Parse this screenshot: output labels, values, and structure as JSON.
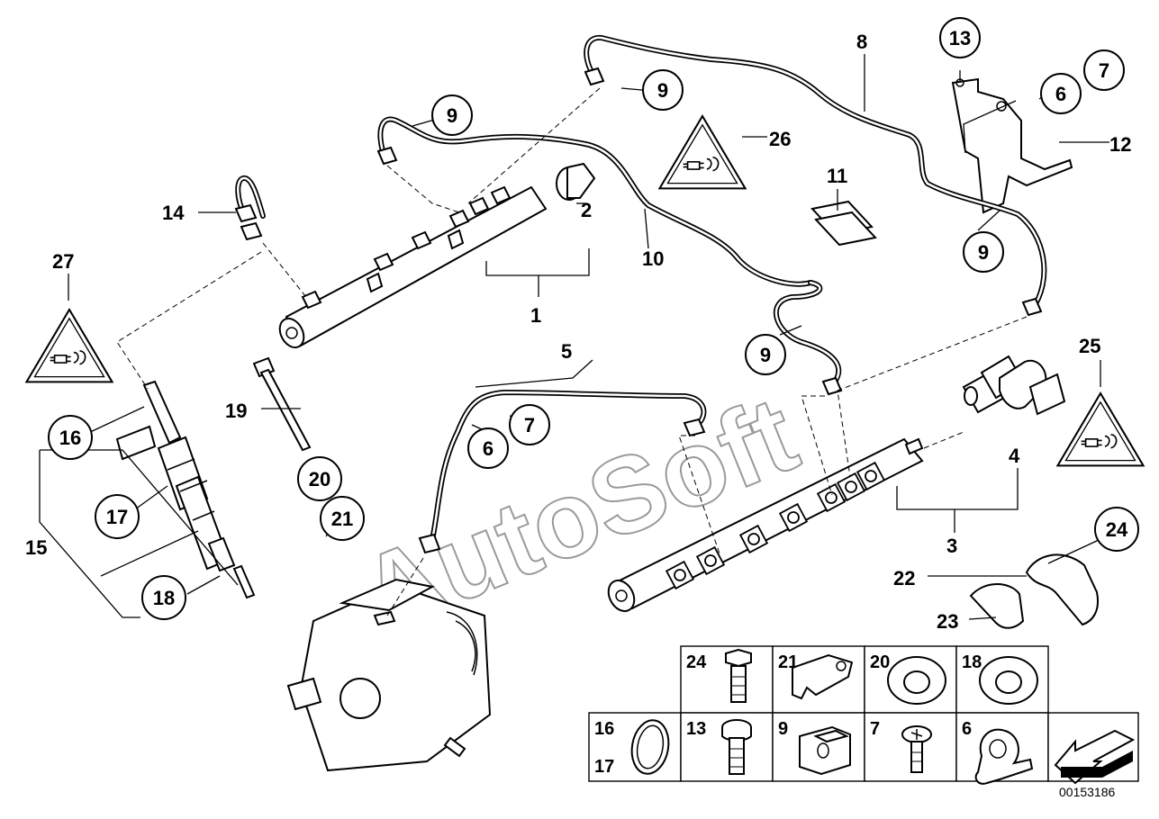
{
  "diagram": {
    "watermark": "AutoSoft",
    "drawing_number": "00153186",
    "callouts": {
      "c1": "1",
      "c2": "2",
      "c3": "3",
      "c4": "4",
      "c5": "5",
      "c6a": "6",
      "c6b": "6",
      "c7a": "7",
      "c7b": "7",
      "c8": "8",
      "c9a": "9",
      "c9b": "9",
      "c9c": "9",
      "c9d": "9",
      "c10": "10",
      "c11": "11",
      "c12": "12",
      "c13": "13",
      "c14": "14",
      "c15": "15",
      "c16": "16",
      "c17": "17",
      "c18": "18",
      "c19": "19",
      "c20": "20",
      "c21": "21",
      "c22": "22",
      "c23": "23",
      "c24": "24",
      "c25": "25",
      "c26": "26",
      "c27": "27"
    },
    "parts_table": {
      "top_row": [
        "24",
        "21",
        "20",
        "18"
      ],
      "bottom_row": [
        "16",
        "13",
        "9",
        "7",
        "6"
      ],
      "bottom_row_extra": "17"
    }
  }
}
